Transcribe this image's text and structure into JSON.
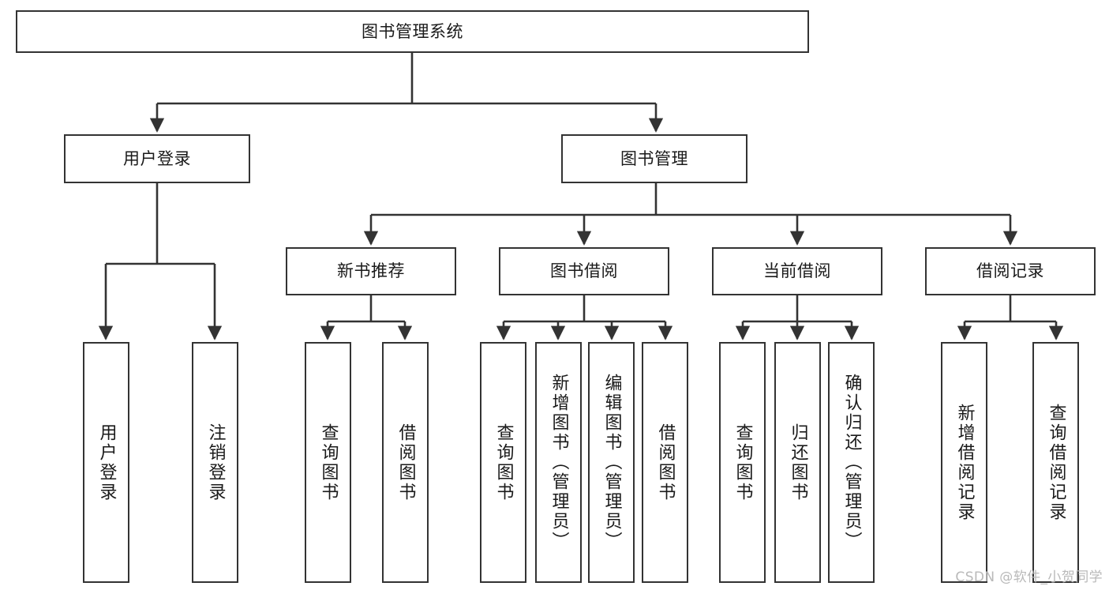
{
  "diagram": {
    "title": "图书管理系统",
    "watermark": "CSDN @软件_小贺同学",
    "colors": {
      "box_border": "#333333",
      "box_fill": "#ffffff",
      "connector": "#333333",
      "text": "#1a1a1a",
      "watermark": "#b9b9b9"
    },
    "root": {
      "label": "图书管理系统"
    },
    "level1": [
      {
        "label": "用户登录"
      },
      {
        "label": "图书管理"
      }
    ],
    "level2": [
      {
        "label": "新书推荐"
      },
      {
        "label": "图书借阅"
      },
      {
        "label": "当前借阅"
      },
      {
        "label": "借阅记录"
      }
    ],
    "leaves": {
      "user_login": [
        {
          "label": "用户登录"
        },
        {
          "label": "注销登录"
        }
      ],
      "new_book_recommend": [
        {
          "label": "查询图书"
        },
        {
          "label": "借阅图书"
        }
      ],
      "book_borrow": [
        {
          "label": "查询图书"
        },
        {
          "label": "新增图书（管理员）"
        },
        {
          "label": "编辑图书（管理员）"
        },
        {
          "label": "借阅图书"
        }
      ],
      "current_borrow": [
        {
          "label": "查询图书"
        },
        {
          "label": "归还图书"
        },
        {
          "label": "确认归还（管理员）"
        }
      ],
      "borrow_record": [
        {
          "label": "新增借阅记录"
        },
        {
          "label": "查询借阅记录"
        }
      ]
    }
  }
}
